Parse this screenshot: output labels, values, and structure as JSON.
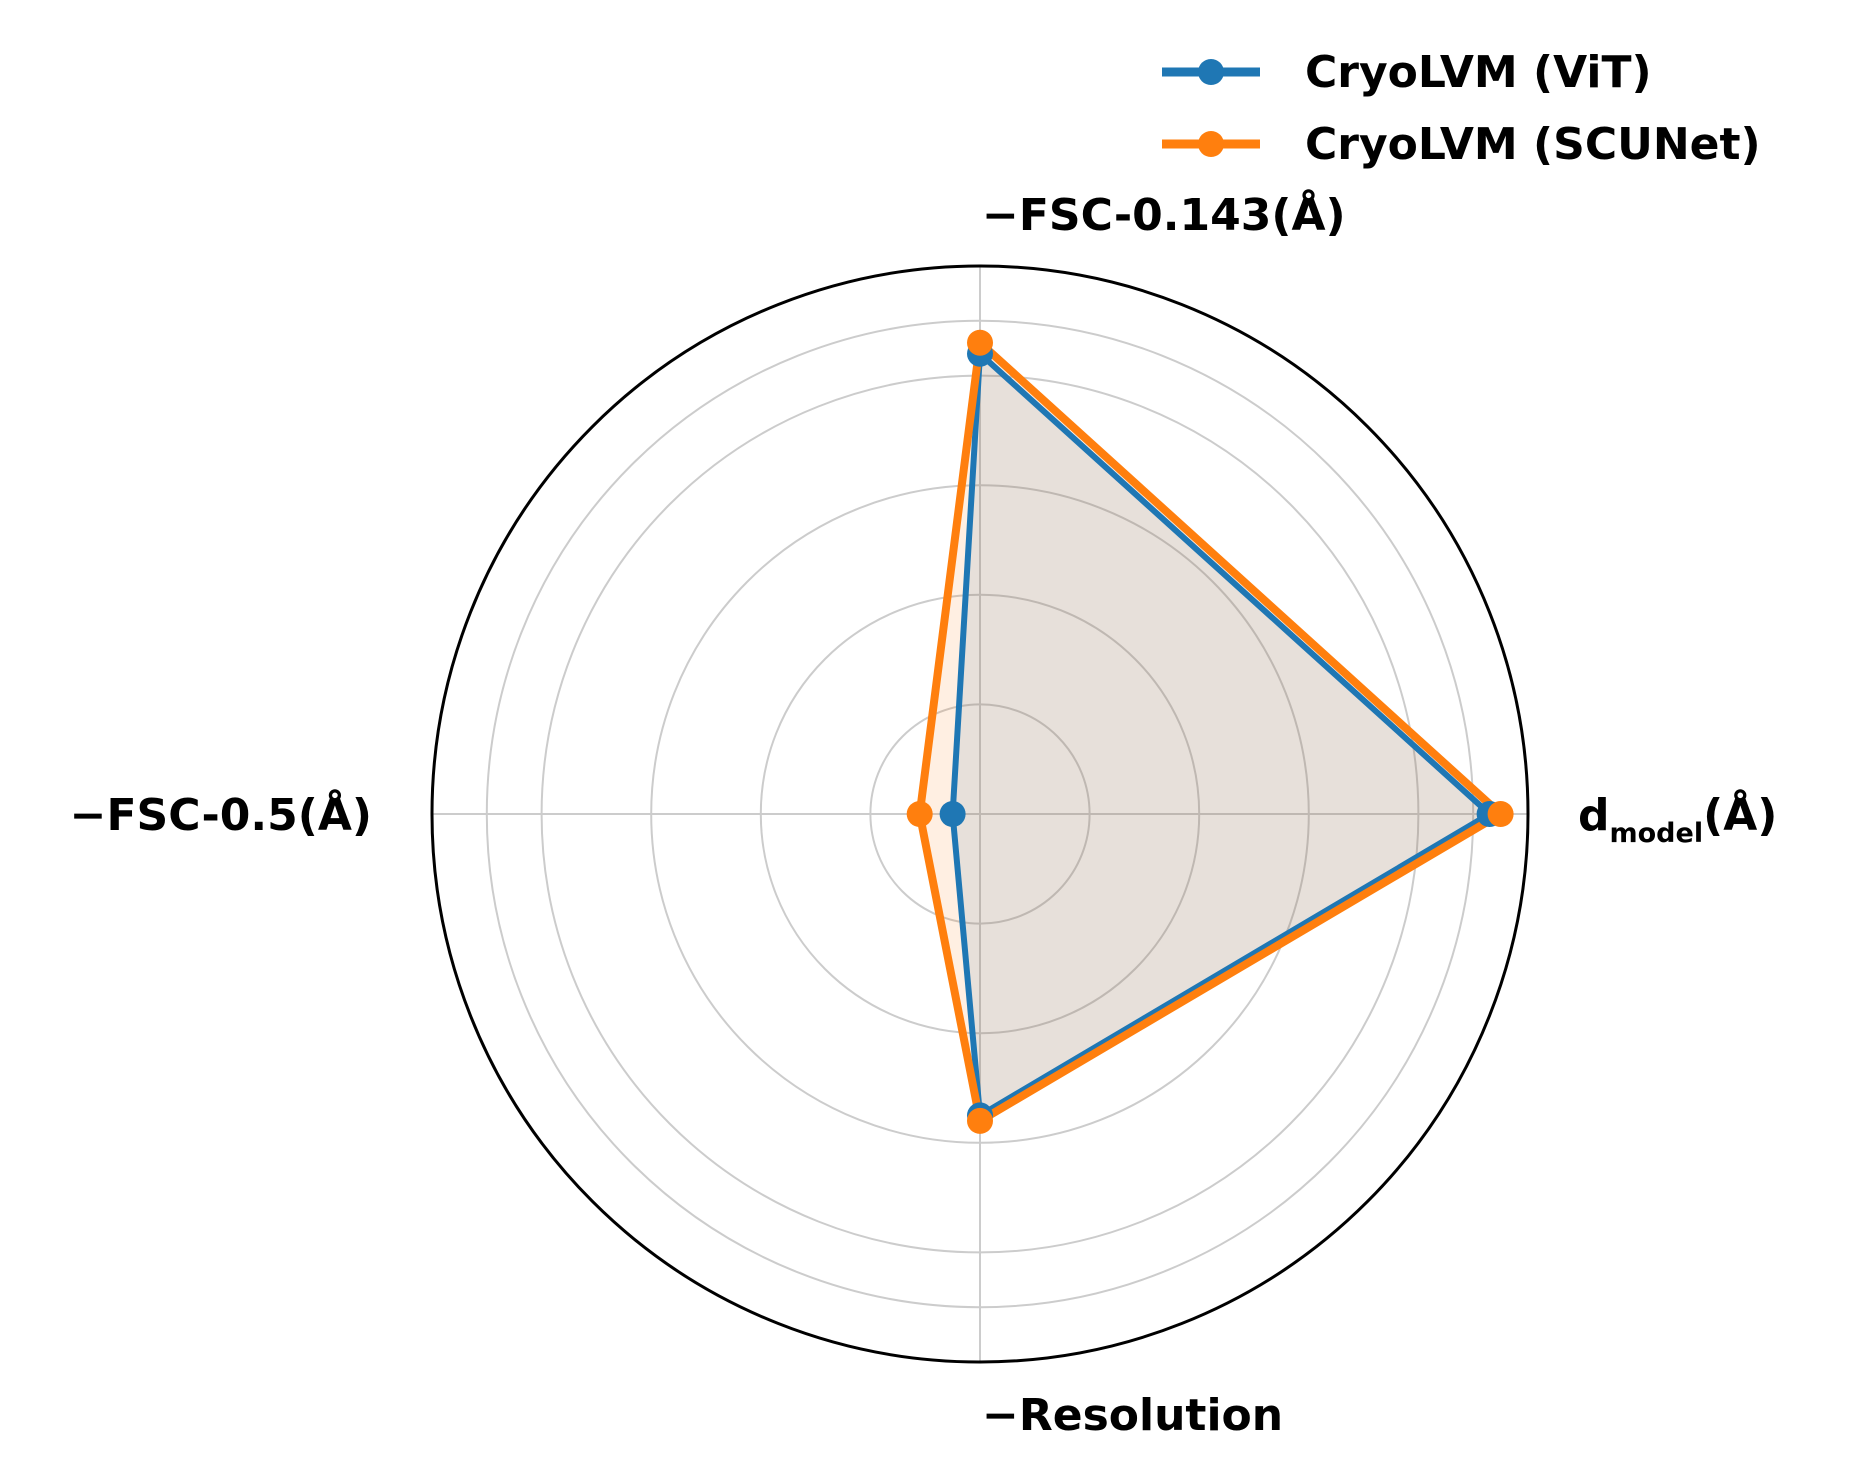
{
  "chart_data": {
    "type": "radar",
    "axes": [
      {
        "name": "d_model(Å)",
        "main": "d",
        "sub": "model",
        "suffix": "(Å)"
      },
      {
        "name": "−FSC-0.143(Å)",
        "main": "−FSC-0.143(Å)"
      },
      {
        "name": "−FSC-0.5(Å)",
        "main": "−FSC-0.5(Å)"
      },
      {
        "name": "−Resolution",
        "main": "−Resolution"
      }
    ],
    "rlim": [
      0,
      1
    ],
    "gridlines": [
      0.2,
      0.4,
      0.6,
      0.8,
      0.9
    ],
    "grid": true,
    "legend_position": "top-right",
    "series": [
      {
        "name": "CryoLVM (ViT)",
        "color": "#1f77b4",
        "values": [
          0.93,
          0.84,
          0.05,
          0.55
        ]
      },
      {
        "name": "CryoLVM (SCUNet)",
        "color": "#ff7f0e",
        "values": [
          0.95,
          0.86,
          0.11,
          0.56
        ]
      }
    ]
  }
}
